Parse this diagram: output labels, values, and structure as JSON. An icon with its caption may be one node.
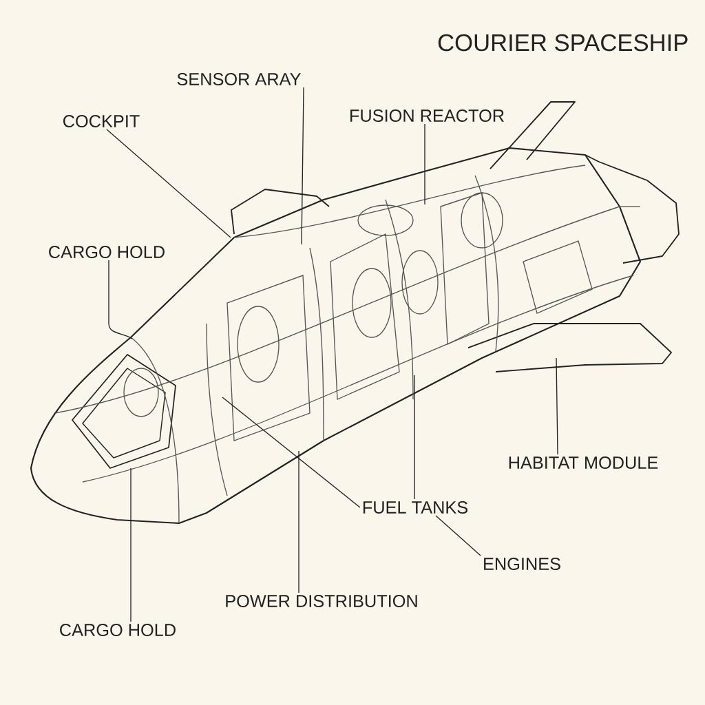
{
  "diagram": {
    "title": "COURIER SPACESHIP",
    "nodes": [
      {
        "text": [
          "SENSOR ARAY"
        ]
      },
      {
        "text": [
          "FUSION REACTOR"
        ]
      },
      {
        "text": [
          "COCKPIT"
        ]
      },
      {
        "text": [
          "CARGO HOLD"
        ]
      },
      {
        "text": [
          "HABITAT MODULE"
        ]
      },
      {
        "text": [
          "FUEL TANKS"
        ]
      },
      {
        "text": [
          "ENGINES"
        ]
      },
      {
        "text": [
          "POWER DISTRIBUTION"
        ]
      },
      {
        "text": [
          "CARGO HOLD"
        ]
      }
    ],
    "edges": [
      {
        "from": 0,
        "to": null,
        "arrow": "none"
      },
      {
        "from": 1,
        "to": null,
        "arrow": "none"
      },
      {
        "from": 2,
        "to": null,
        "arrow": "none"
      },
      {
        "from": 3,
        "to": null,
        "arrow": "none"
      },
      {
        "from": 4,
        "to": null,
        "arrow": "none"
      },
      {
        "from": 5,
        "to": null,
        "arrow": "none"
      },
      {
        "from": 5,
        "to": null,
        "arrow": "none"
      },
      {
        "from": 6,
        "to": 5,
        "arrow": "none"
      },
      {
        "from": 7,
        "to": null,
        "arrow": "none"
      },
      {
        "from": 8,
        "to": null,
        "arrow": "none"
      }
    ]
  }
}
